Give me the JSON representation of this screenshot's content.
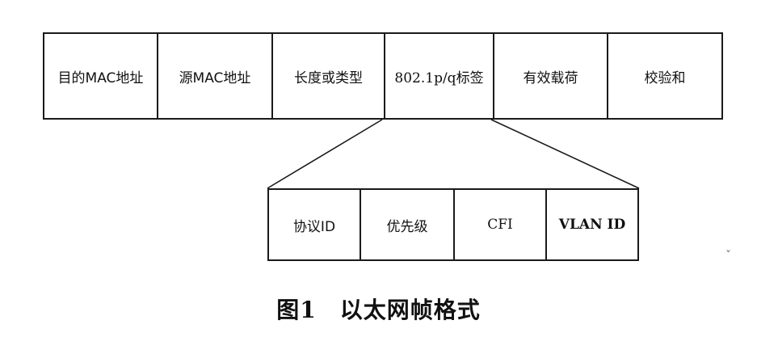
{
  "frame_fields": [
    {
      "id": "dst-mac",
      "label": "目的MAC地址"
    },
    {
      "id": "src-mac",
      "label": "源MAC地址"
    },
    {
      "id": "length-type",
      "label": "长度或类型"
    },
    {
      "id": "dot1pq-tag",
      "label": "802.1p/q标签"
    },
    {
      "id": "payload",
      "label": "有效载荷"
    },
    {
      "id": "checksum",
      "label": "校验和"
    }
  ],
  "tag_fields": [
    {
      "id": "protocol-id",
      "label": "协议ID"
    },
    {
      "id": "priority",
      "label": "优先级"
    },
    {
      "id": "cfi",
      "label": "CFI"
    },
    {
      "id": "vlan-id",
      "label": "VLAN ID"
    }
  ],
  "caption": "图1　以太网帧格式",
  "colors": {
    "line": "#1a1a1a",
    "background": "#ffffff"
  }
}
